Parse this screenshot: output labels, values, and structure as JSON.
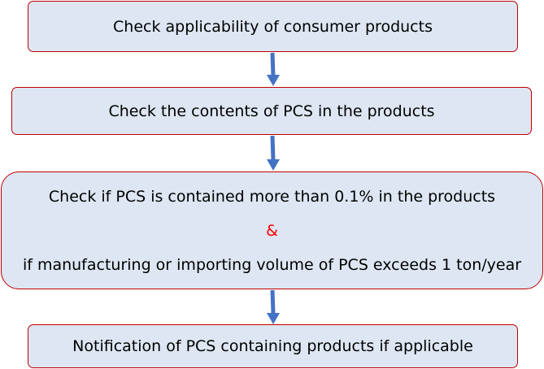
{
  "steps": [
    {
      "text": "Check applicability of consumer products"
    },
    {
      "text": "Check the contents of PCS in the products"
    },
    {
      "line1": "Check if PCS is contained more than 0.1% in the products",
      "connector": "&",
      "line2": "if manufacturing or importing volume of PCS exceeds 1 ton/year"
    },
    {
      "text": "Notification of PCS containing products if applicable"
    }
  ],
  "colors": {
    "box_fill": "#dde6f2",
    "box_border": "#c00000",
    "arrow": "#4472c4",
    "connector": "#ff0000"
  }
}
